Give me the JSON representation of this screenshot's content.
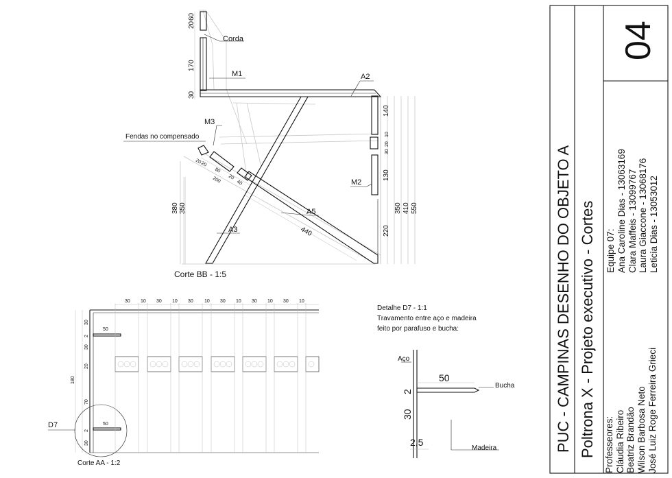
{
  "sheet": {
    "number": "04",
    "institution": "PUC - CAMPINAS DESENHO DO OBJETO A",
    "subtitle": "Poltrona X - Projeto executivo - Cortes",
    "team_title": "Equipe 07:",
    "team": [
      "Ana Caroline Dias - 13063169",
      "Clara Maffeis - 13099767",
      "Laura Giaccone - 13068176",
      "Leticia Dias - 13053012"
    ],
    "professors_title": "Professeores:",
    "professors": [
      "Cláudia Ribeiro",
      "Beatriz Brandão",
      "Wilson Barbosa Neto",
      "José Luiz Roge Ferreira Grieci"
    ]
  },
  "corte_bb": {
    "title": "Corte BB - 1:5",
    "labels": {
      "corda": "Corda",
      "m1": "M1",
      "a2": "A2",
      "m3": "M3",
      "m2": "M2",
      "a5": "A5",
      "a3": "A3",
      "fendas": "Fendas no compensado"
    },
    "dims_left": [
      "20",
      "60",
      "170",
      "30"
    ],
    "dims_right": [
      "140",
      "10",
      "20",
      "30",
      "130",
      "220",
      "350",
      "410",
      "550"
    ],
    "dims_bottom_left": [
      "380",
      "350"
    ],
    "dim_diag": "440",
    "slot_dims": [
      "20",
      "20",
      "80",
      "20",
      "40",
      "200"
    ]
  },
  "corte_aa": {
    "title": "Corte AA - 1:2",
    "top_dims": [
      "30",
      "10",
      "30",
      "10",
      "30",
      "10",
      "30",
      "10",
      "30",
      "10",
      "30",
      "10",
      "30",
      "10"
    ],
    "left_dims": [
      "30",
      "2",
      "30",
      "20",
      "70",
      "2",
      "30"
    ],
    "total_left": "180",
    "screw_len": "50",
    "detail_ref": "D7"
  },
  "detalhe_d7": {
    "title": "Detalhe D7 - 1:1",
    "desc_1": "Travamento entre aço e madeira",
    "desc_2": "feito por parafuso e bucha:",
    "aco": "Aço",
    "bucha": "Bucha",
    "madeira": "Madeira",
    "dim_50": "50",
    "dim_2": "2",
    "dim_30": "30",
    "dim_25": "2,5"
  }
}
